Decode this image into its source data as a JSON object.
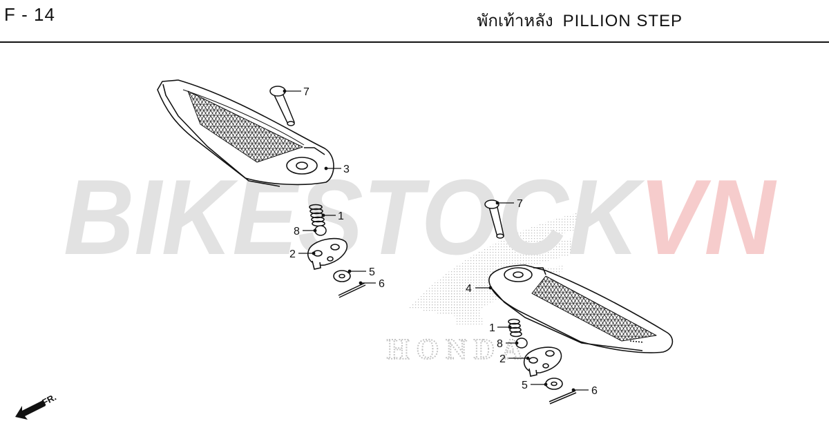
{
  "header": {
    "code": "F - 14",
    "title_th": "พักเท้าหลัง",
    "title_en": "PILLION STEP"
  },
  "watermark": {
    "part1": "BIKESTOCK",
    "part2": "VN",
    "color1": "#e2e2e2",
    "color2": "#f6cccc",
    "brand": "HONDA"
  },
  "callouts": [
    {
      "id": "c7a",
      "label": "7"
    },
    {
      "id": "c3",
      "label": "3"
    },
    {
      "id": "c1a",
      "label": "1"
    },
    {
      "id": "c8a",
      "label": "8"
    },
    {
      "id": "c2a",
      "label": "2"
    },
    {
      "id": "c5a",
      "label": "5"
    },
    {
      "id": "c6a",
      "label": "6"
    },
    {
      "id": "c7b",
      "label": "7"
    },
    {
      "id": "c4",
      "label": "4"
    },
    {
      "id": "c1b",
      "label": "1"
    },
    {
      "id": "c8b",
      "label": "8"
    },
    {
      "id": "c2b",
      "label": "2"
    },
    {
      "id": "c5b",
      "label": "5"
    },
    {
      "id": "c6b",
      "label": "6"
    }
  ],
  "direction": {
    "label": "FR.",
    "icon": "front-arrow-icon"
  }
}
